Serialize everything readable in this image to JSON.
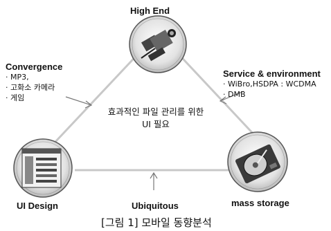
{
  "top": {
    "label": "High End"
  },
  "left_note": {
    "title": "Convergence",
    "items": [
      "· MP3,",
      "· 고화소 카메라",
      "· 게임"
    ]
  },
  "right_note": {
    "title": "Service & environment",
    "items": [
      "· WiBro,HSDPA : WCDMA",
      "· DMB"
    ]
  },
  "center": {
    "line1": "효과적인 파일 관리를 위한",
    "line2": "UI 필요"
  },
  "bottom_left": {
    "label": "UI Design"
  },
  "bottom_mid": {
    "label": "Ubiquitous"
  },
  "bottom_right": {
    "label": "mass storage"
  },
  "caption": "[그림 1] 모바일 동향분석"
}
